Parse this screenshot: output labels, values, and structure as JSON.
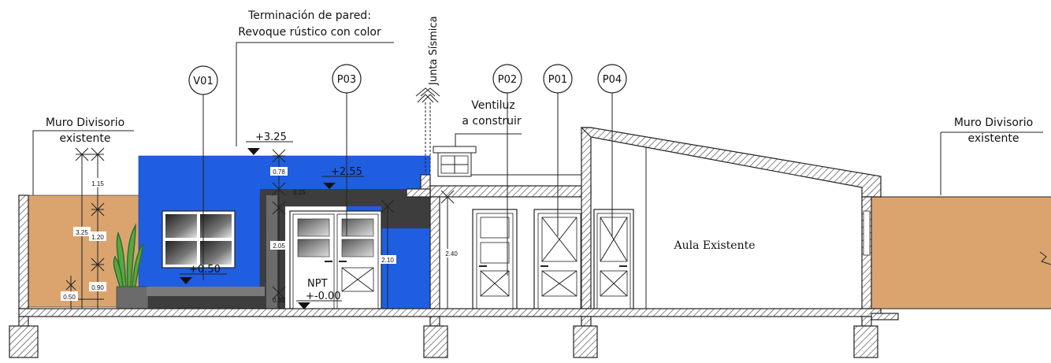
{
  "notes": {
    "finish_line1": "Terminación de pared:",
    "finish_line2": "Revoque rústico con color",
    "seismic_joint": "Junta Sísmica",
    "vent_line1": "Ventiluz",
    "vent_line2": "a construir",
    "wall_left_line1": "Muro Divisorio",
    "wall_left_line2": "existente",
    "wall_right_line1": "Muro Divisorio",
    "wall_right_line2": "existente",
    "classroom": "Aula Existente"
  },
  "tags": {
    "v01": "V01",
    "p03": "P03",
    "p02": "P02",
    "p01": "P01",
    "p04": "P04"
  },
  "levels": {
    "top": "+3.25",
    "mid": "+2.55",
    "window": "+0.50",
    "npt_label": "NPT",
    "npt_value": "+-0.00"
  },
  "dims": {
    "d115": "1.15",
    "d325": "3.25",
    "d120": "1.20",
    "d090": "0.90",
    "d050": "0.50",
    "d078": "0.78",
    "d015": "0.15",
    "d205": "2.05",
    "d035": "0.35",
    "d210": "2.10",
    "d240": "2.40"
  },
  "colors": {
    "blue_wall": "#1f5ee0",
    "earth_wall": "#dba46f",
    "dark_gray": "#3d3d3d",
    "mid_gray": "#6b6b6b"
  }
}
